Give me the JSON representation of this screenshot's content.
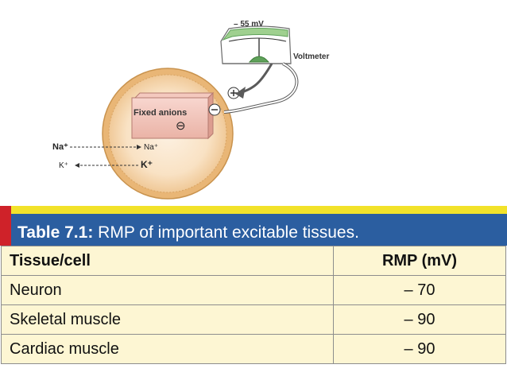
{
  "diagram": {
    "voltmeter_reading": "– 55 mV",
    "voltmeter_label": "Voltmeter",
    "fixed_anions_label": "Fixed anions",
    "minus_sign": "⊖",
    "plus_sign": "+",
    "na_outside": "Na⁺",
    "na_inside": "Na⁺",
    "k_outside": "K⁺",
    "k_inside": "K⁺"
  },
  "table": {
    "caption_label": "Table 7.1:",
    "caption_text": "RMP of important excitable tissues.",
    "headers": [
      "Tissue/cell",
      "RMP (mV)"
    ],
    "rows": [
      {
        "tissue": "Neuron",
        "rmp": "– 70"
      },
      {
        "tissue": "Skeletal muscle",
        "rmp": "– 90"
      },
      {
        "tissue": "Cardiac muscle",
        "rmp": "– 90"
      }
    ]
  },
  "colors": {
    "caption_bg": "#2b5ea0",
    "accent_yellow": "#f2e22a",
    "accent_red": "#cf2229",
    "table_bg": "#fdf6d3",
    "cell_membrane": "#e9b676",
    "voltmeter_green": "#5fa15a"
  }
}
